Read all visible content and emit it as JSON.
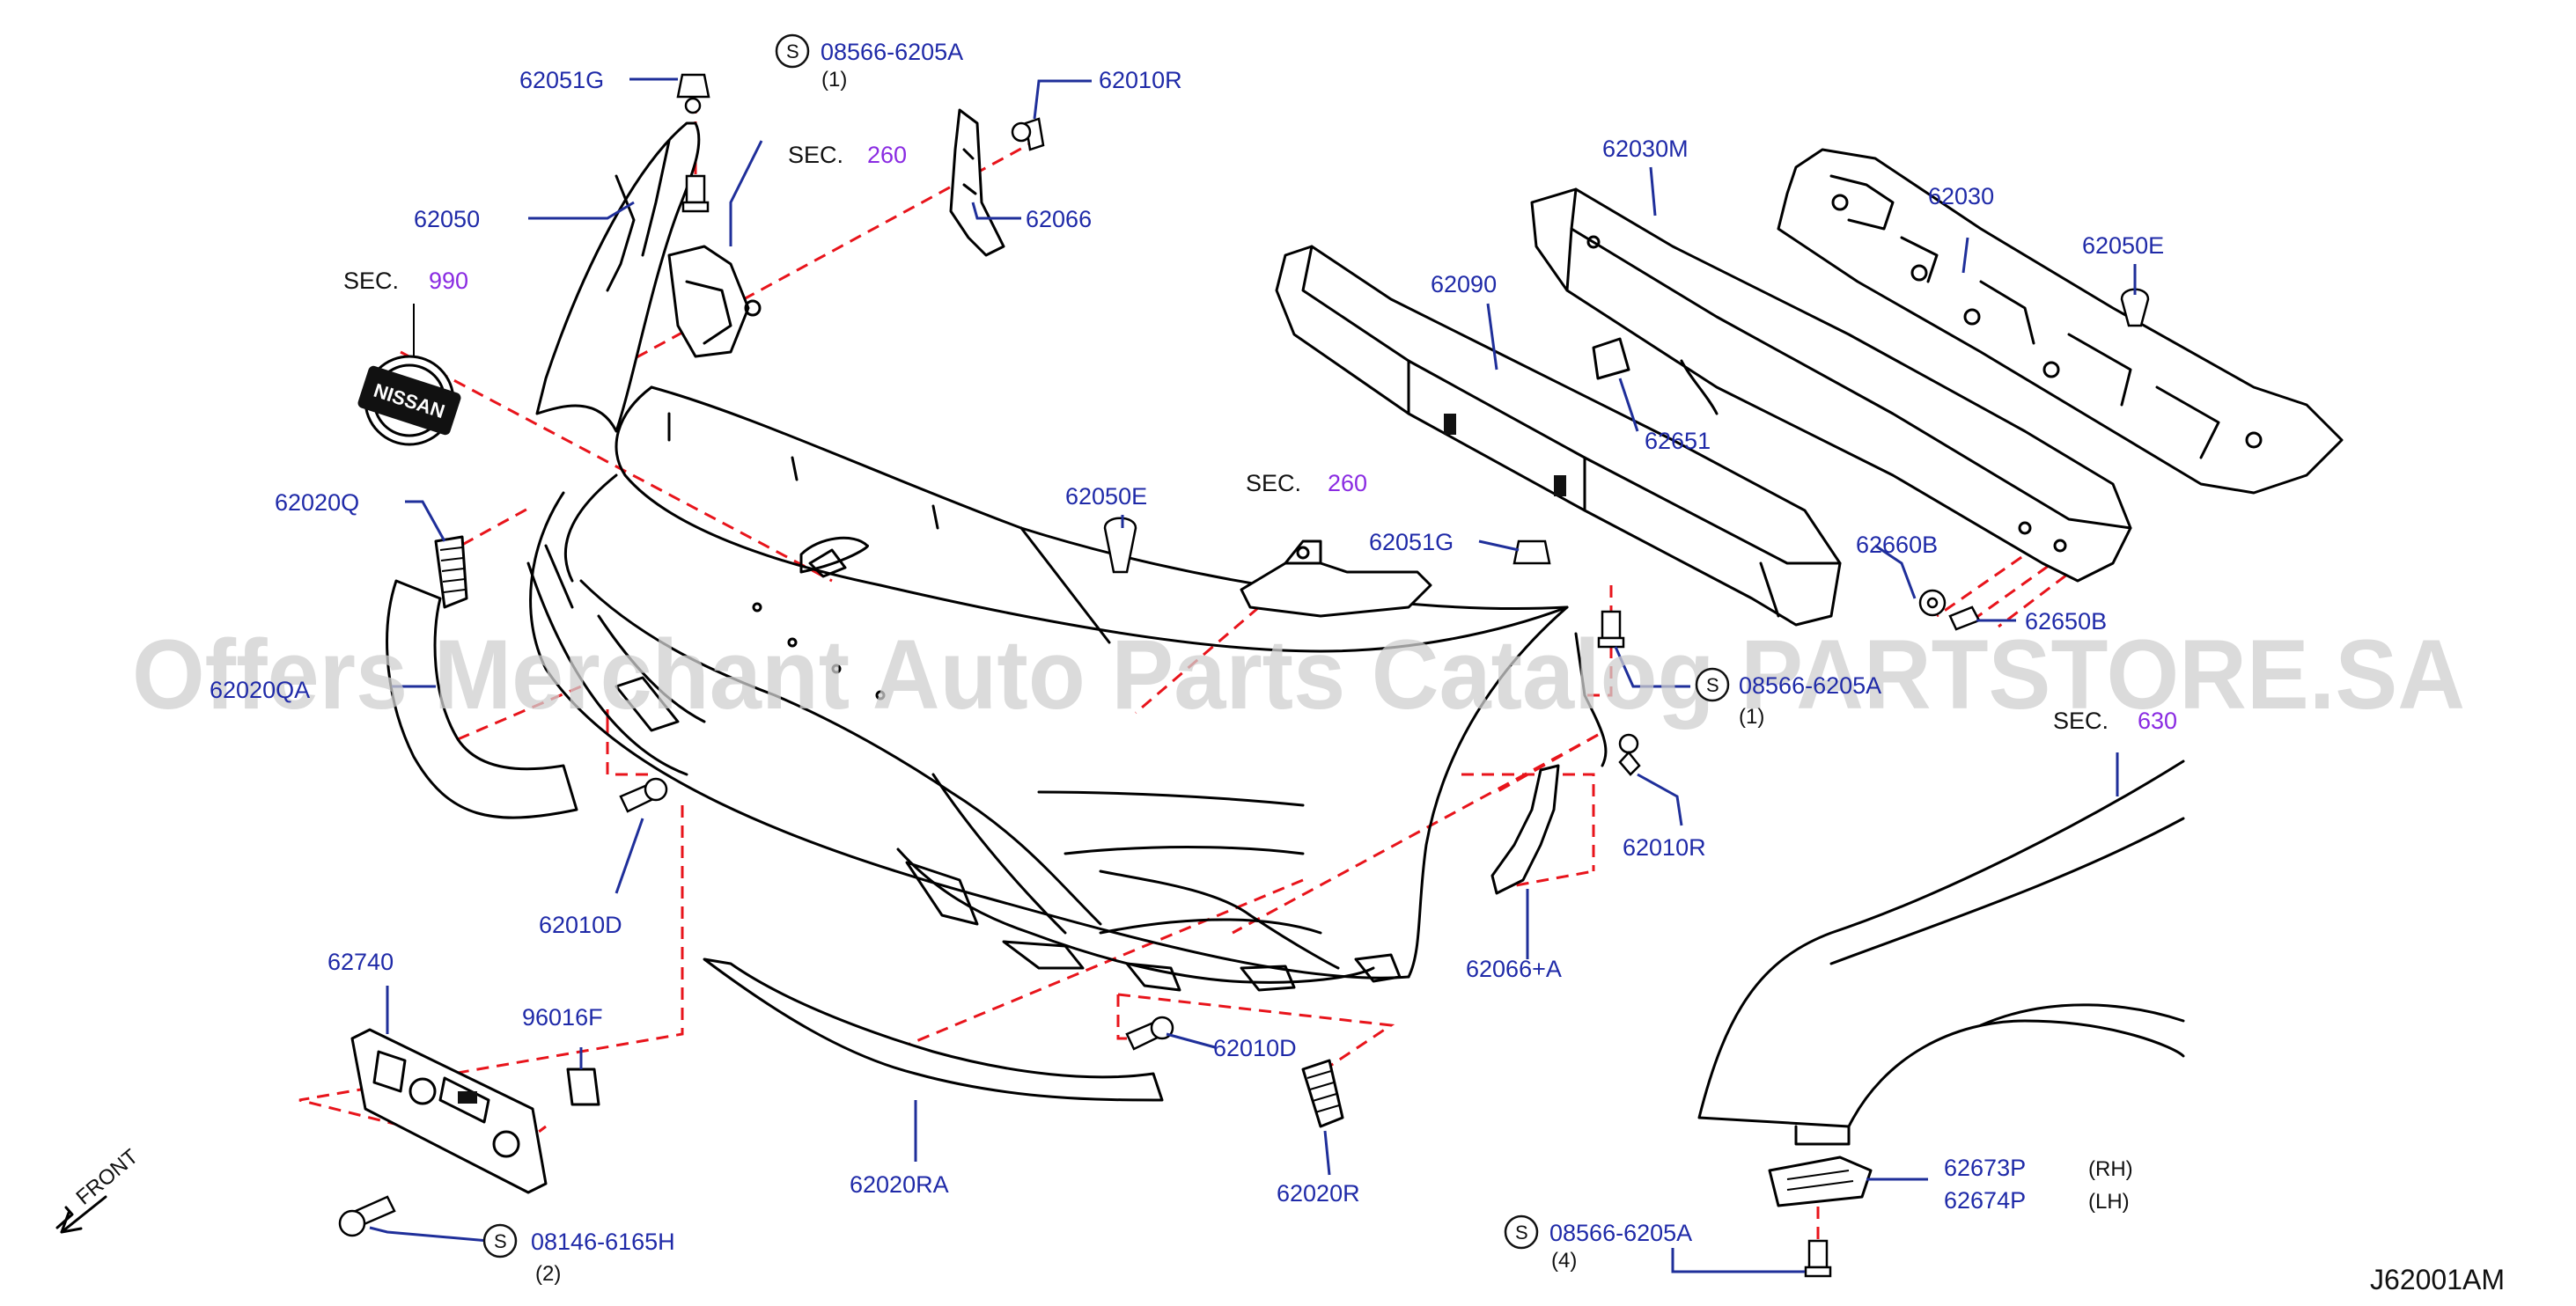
{
  "watermark": "Offers Merchant Auto Parts Catalog PARTSTORE.SA",
  "diagram_code": "J62001AM",
  "front_label": "FRONT",
  "parts": [
    {
      "id": "p62051g_top",
      "label": "62051G"
    },
    {
      "id": "p08566_top",
      "label": "08566-6205A",
      "qty": "(1)"
    },
    {
      "id": "p62010r_top",
      "label": "62010R"
    },
    {
      "id": "p62050",
      "label": "62050"
    },
    {
      "id": "p62066",
      "label": "62066"
    },
    {
      "id": "p62030m",
      "label": "62030M"
    },
    {
      "id": "p62030",
      "label": "62030"
    },
    {
      "id": "p62090",
      "label": "62090"
    },
    {
      "id": "p62050e_r",
      "label": "62050E"
    },
    {
      "id": "p62651",
      "label": "62651"
    },
    {
      "id": "p62020q",
      "label": "62020Q"
    },
    {
      "id": "p62050e_m",
      "label": "62050E"
    },
    {
      "id": "p62051g_m",
      "label": "62051G"
    },
    {
      "id": "p62660b",
      "label": "62660B"
    },
    {
      "id": "p62650b",
      "label": "62650B"
    },
    {
      "id": "p62020qa",
      "label": "62020QA"
    },
    {
      "id": "p08566_mid",
      "label": "08566-6205A",
      "qty": "(1)"
    },
    {
      "id": "p62010r_mid",
      "label": "62010R"
    },
    {
      "id": "p62010d_l",
      "label": "62010D"
    },
    {
      "id": "p62066a",
      "label": "62066+A"
    },
    {
      "id": "p62740",
      "label": "62740"
    },
    {
      "id": "p96016f",
      "label": "96016F"
    },
    {
      "id": "p62010d_m",
      "label": "62010D"
    },
    {
      "id": "p62020ra",
      "label": "62020RA"
    },
    {
      "id": "p62020r",
      "label": "62020R"
    },
    {
      "id": "p62673p",
      "label": "62673P",
      "side": "(RH)"
    },
    {
      "id": "p62674p",
      "label": "62674P",
      "side": "(LH)"
    },
    {
      "id": "p08146",
      "label": "08146-6165H",
      "qty": "(2)"
    },
    {
      "id": "p08566_bot",
      "label": "08566-6205A",
      "qty": "(4)"
    }
  ],
  "section_refs": [
    {
      "id": "sec260_top",
      "prefix": "SEC.",
      "number": "260"
    },
    {
      "id": "sec990",
      "prefix": "SEC.",
      "number": "990"
    },
    {
      "id": "sec260_mid",
      "prefix": "SEC.",
      "number": "260"
    },
    {
      "id": "sec630",
      "prefix": "SEC.",
      "number": "630"
    }
  ],
  "standard_symbol": "S",
  "emblem_text": "NISSAN"
}
